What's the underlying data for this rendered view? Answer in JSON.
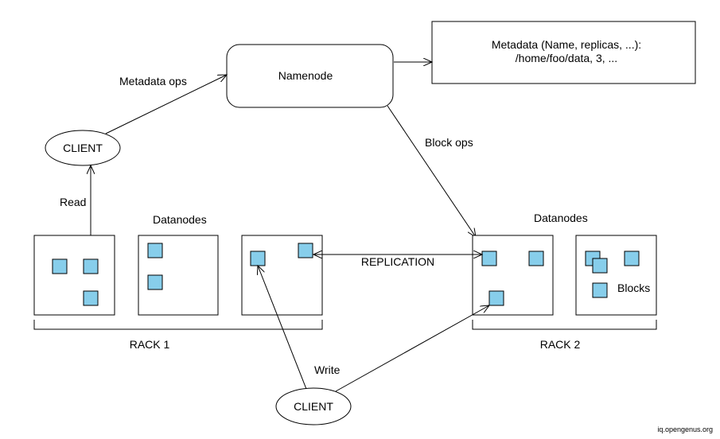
{
  "diagram": {
    "namenode": "Namenode",
    "metadata_line1": "Metadata (Name, replicas, ...):",
    "metadata_line2": "/home/foo/data, 3, ...",
    "metadata_ops": "Metadata ops",
    "block_ops": "Block ops",
    "client_top": "CLIENT",
    "client_bottom": "CLIENT",
    "read": "Read",
    "write": "Write",
    "datanodes_left": "Datanodes",
    "datanodes_right": "Datanodes",
    "replication": "REPLICATION",
    "blocks": "Blocks",
    "rack1": "RACK 1",
    "rack2": "RACK 2",
    "watermark": "iq.opengenus.org"
  },
  "colors": {
    "block_fill": "#87CEEB",
    "stroke": "#000000",
    "background": "#ffffff"
  }
}
